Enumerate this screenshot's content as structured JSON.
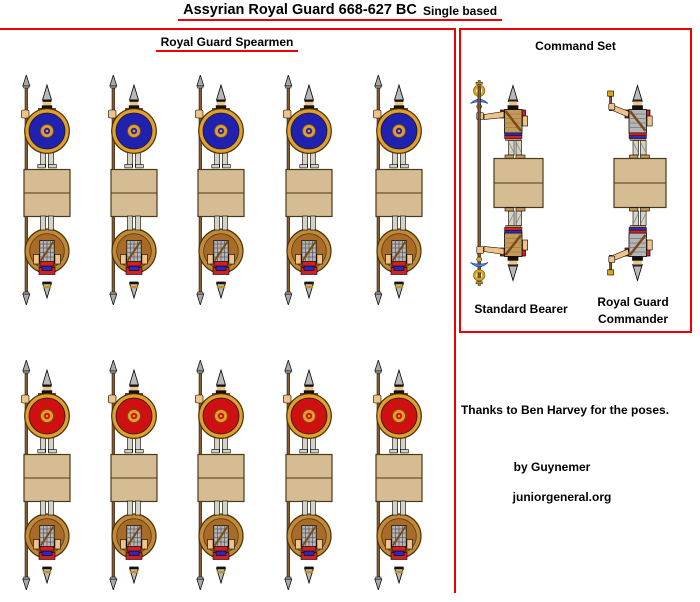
{
  "title": "Assyrian Royal Guard 668-627 BC",
  "subtitle": "Single based",
  "spearmen_panel": {
    "label": "Royal Guard Spearmen",
    "rows": [
      {
        "name": "blue-shield-spearmen",
        "count": 5,
        "shield_color": "#2121b0"
      },
      {
        "name": "red-shield-spearmen",
        "count": 5,
        "shield_color": "#cf1010"
      }
    ]
  },
  "command_panel": {
    "label": "Command Set",
    "standard_bearer_caption": "Standard Bearer",
    "commander_caption_line1": "Royal Guard",
    "commander_caption_line2": "Commander"
  },
  "credits": {
    "thanks": "Thanks to Ben Harvey for the poses.",
    "author": "by Guynemer",
    "site": "juniorgeneral.org"
  },
  "colors": {
    "accent_red": "#ee0000",
    "shield_rim_gold": "#e0a030",
    "shield_back": "#a86b28",
    "shield_back_rim": "#c08a3a",
    "base_tan": "#d6bc92",
    "base_outline": "#4a3a1a",
    "skin": "#f0c488",
    "helmet_grey": "#b9b9b9",
    "tunic_red": "#d42020",
    "legs_grey": "#d6d2c4",
    "lamellar_grey": "#b5b5b5",
    "spear_shaft": "#8b5a2b",
    "spear_tip": "#a8a8a8",
    "armor_tan": "#c49a5a",
    "strap_brown": "#7a4a14",
    "belt_blue": "#2a2ac0",
    "standard_gold": "#d8a520",
    "crescent_blue": "#4a86e8"
  }
}
